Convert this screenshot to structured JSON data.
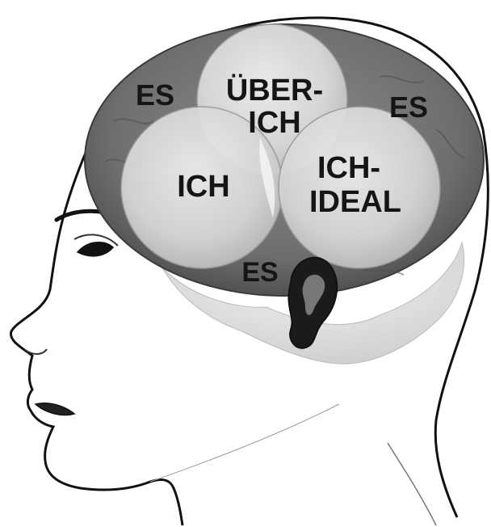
{
  "labels": {
    "es_upper_left": "ES",
    "ueber_ich_line1": "ÜBER-",
    "ueber_ich_line2": "ICH",
    "es_upper_right": "ES",
    "ich": "ICH",
    "ich_ideal_line1": "ICH-",
    "ich_ideal_line2": "IDEAL",
    "es_bottom": "ES"
  },
  "colors": {
    "outline": "#111111",
    "brain_dark": "#5e5e5e",
    "brain_light": "#d4d4d4",
    "region_light": "#e6e6e6",
    "background": "#ffffff"
  }
}
